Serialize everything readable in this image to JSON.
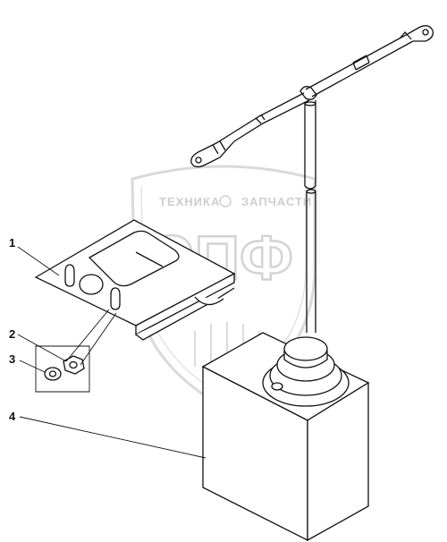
{
  "callouts": [
    {
      "id": "1",
      "label": "1"
    },
    {
      "id": "2",
      "label": "2"
    },
    {
      "id": "3",
      "label": "3"
    },
    {
      "id": "4",
      "label": "4"
    }
  ],
  "watermark": {
    "top_text": "ТЕХНИКА",
    "top_text_right": "ЗАПЧАСТИ",
    "logo_letters": "ЭПФ"
  },
  "colors": {
    "line": "#111111",
    "watermark": "#cfcfcf"
  }
}
